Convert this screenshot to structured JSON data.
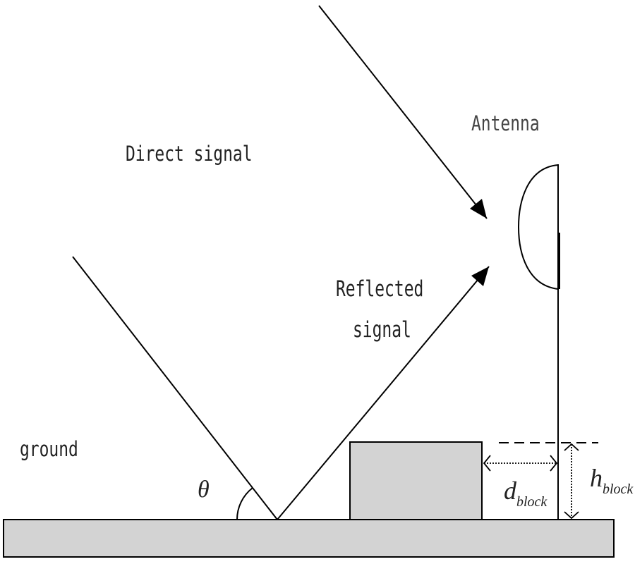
{
  "labels": {
    "direct_signal": "Direct signal",
    "antenna": "Antenna",
    "reflected_line1": "Reflected",
    "reflected_line2": "signal",
    "ground": "ground",
    "theta": "θ",
    "d_main": "d",
    "d_sub": "block",
    "h_main": "h",
    "h_sub": "block"
  },
  "colors": {
    "ground_fill": "#d3d3d3",
    "block_fill": "#d3d3d3",
    "stroke": "#000000"
  }
}
